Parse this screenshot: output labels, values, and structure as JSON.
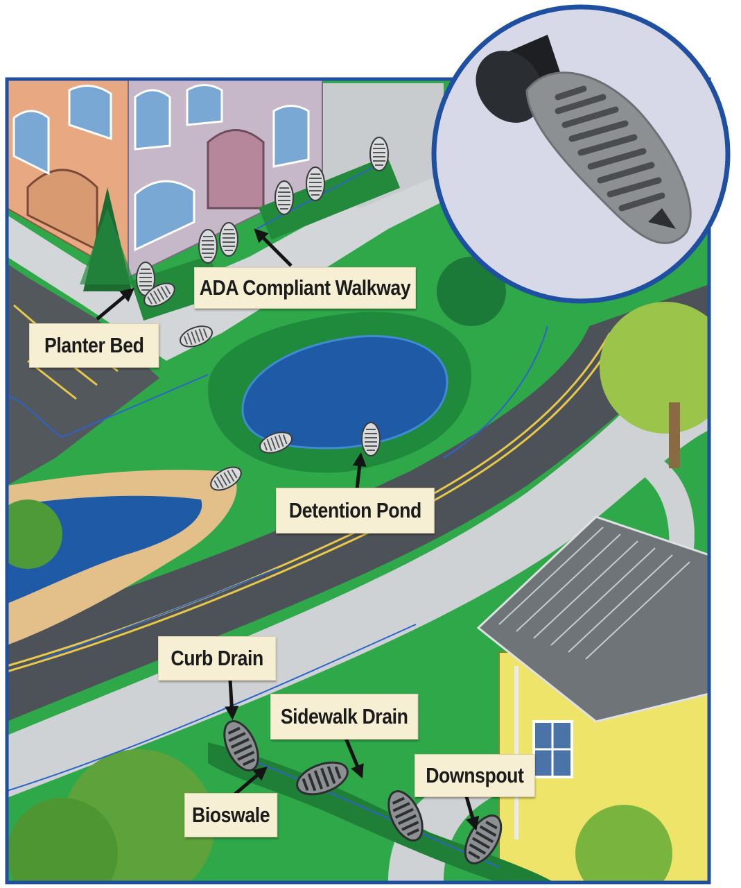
{
  "labels": {
    "ada_walkway": "ADA Compliant Walkway",
    "planter_bed": "Planter Bed",
    "detention_pond": "Detention Pond",
    "curb_drain": "Curb Drain",
    "sidewalk_drain": "Sidewalk Drain",
    "bioswale": "Bioswale",
    "downspout": "Downspout"
  },
  "colors": {
    "frame_blue": "#1f4fa0",
    "grass": "#2fa84a",
    "road": "#4d5258",
    "sidewalk": "#cfd2d4",
    "water": "#1e5aa6",
    "callout_bg": "#f6efd3",
    "flow_arrow": "#2d63c8",
    "drain_grate": "#8d9093"
  },
  "icons": {
    "inset": "drain-grate-pipe-icon",
    "grate": "oval-drain-grate-icon",
    "pointer": "arrow-pointer-icon"
  }
}
